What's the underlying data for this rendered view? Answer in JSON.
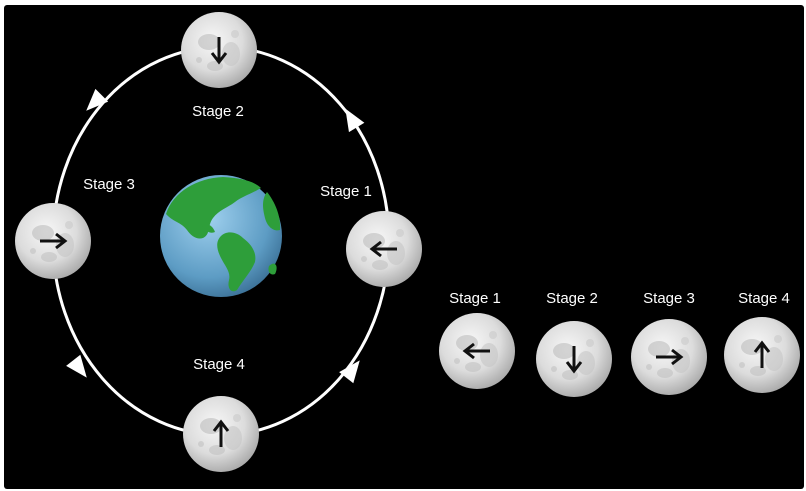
{
  "orbit_labels": {
    "stage1": "Stage 1",
    "stage2": "Stage 2",
    "stage3": "Stage 3",
    "stage4": "Stage 4"
  },
  "row_labels": [
    "Stage 1",
    "Stage 2",
    "Stage 3",
    "Stage 4"
  ],
  "colors": {
    "background": "#000000",
    "orbit": "#ffffff",
    "ocean": "#5f9fc6",
    "land": "#2e9e3a",
    "moon": "#e3e3e3",
    "moon_arrow": "#111111"
  },
  "moon_arrow_directions": {
    "orbit": {
      "stage1": "left",
      "stage2": "down",
      "stage3": "right",
      "stage4": "up"
    },
    "row": [
      "left",
      "down",
      "right",
      "up"
    ]
  }
}
